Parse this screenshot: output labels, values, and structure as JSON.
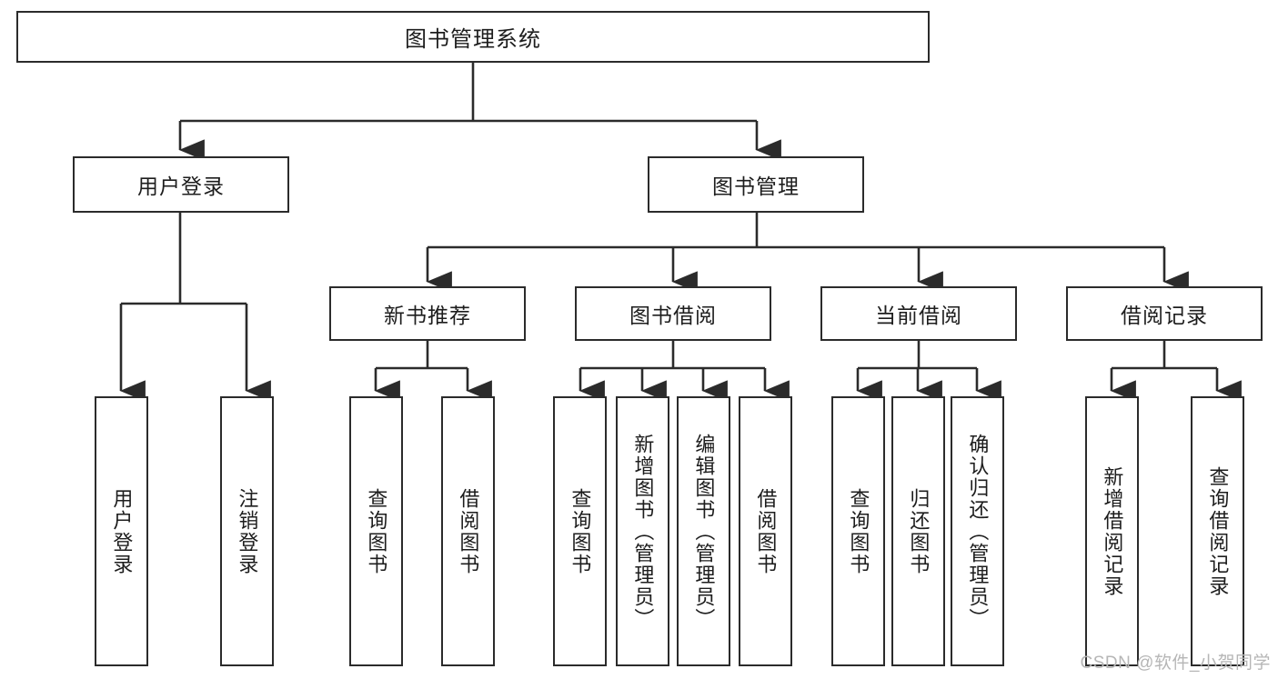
{
  "diagram": {
    "title": "图书管理系统",
    "type": "hierarchy-tree",
    "colors": {
      "box_border": "#2b2b2b",
      "box_fill": "#ffffff",
      "connector": "#2b2b2b",
      "text": "#1d1d1d",
      "watermark": "#b6b6b6"
    },
    "root": {
      "label": "图书管理系统"
    },
    "level2": [
      {
        "label": "用户登录"
      },
      {
        "label": "图书管理"
      }
    ],
    "level3": [
      {
        "label": "新书推荐"
      },
      {
        "label": "图书借阅"
      },
      {
        "label": "当前借阅"
      },
      {
        "label": "借阅记录"
      }
    ],
    "leaves": {
      "user_login": [
        {
          "label": "用户登录"
        },
        {
          "label": "注销登录"
        }
      ],
      "new_book_recommend": [
        {
          "label": "查询图书"
        },
        {
          "label": "借阅图书"
        }
      ],
      "book_borrow": [
        {
          "label": "查询图书"
        },
        {
          "label": "新增图书（管理员）"
        },
        {
          "label": "编辑图书（管理员）"
        },
        {
          "label": "借阅图书"
        }
      ],
      "current_borrow": [
        {
          "label": "查询图书"
        },
        {
          "label": "归还图书"
        },
        {
          "label": "确认归还（管理员）"
        }
      ],
      "borrow_record": [
        {
          "label": "新增借阅记录"
        },
        {
          "label": "查询借阅记录"
        }
      ]
    }
  },
  "watermark": {
    "text": "CSDN @软件_小贺同学"
  }
}
